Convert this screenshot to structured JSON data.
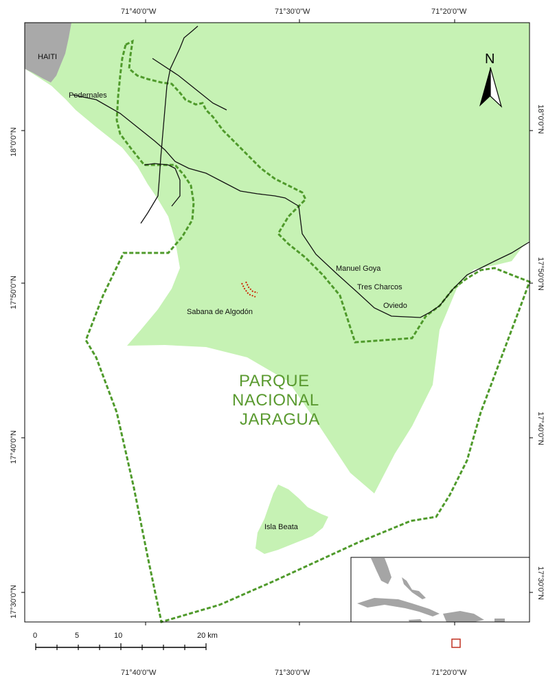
{
  "map": {
    "country_label": "HAITI",
    "park_name_lines": [
      "PARQUE",
      "NACIONAL",
      "JARAGUA"
    ],
    "places": {
      "pedernales": "Pedernales",
      "manuel_goya": "Manuel Goya",
      "tres_charcos": "Tres Charcos",
      "oviedo": "Oviedo",
      "sabana": "Sabana de Algodón",
      "isla_beata": "Isla Beata"
    },
    "longitude_labels": [
      "71°40'0\"W",
      "71°30'0\"W",
      "71°20'0\"W"
    ],
    "latitude_labels": [
      "18°0'0\"N",
      "17°50'0\"N",
      "17°40'0\"N",
      "17°30'0\"N"
    ],
    "north_arrow_label": "N",
    "scale_bar": {
      "ticks": [
        "0",
        "5",
        "10",
        "20 km"
      ]
    },
    "colors": {
      "land": "#c6f2b4",
      "haiti": "#a9a9a9",
      "park_boundary": "#4f9a2b",
      "road": "#111111",
      "sabana_marker": "#cc2200",
      "inset_land": "#a5a5a5",
      "inset_locator": "#c03020"
    }
  }
}
